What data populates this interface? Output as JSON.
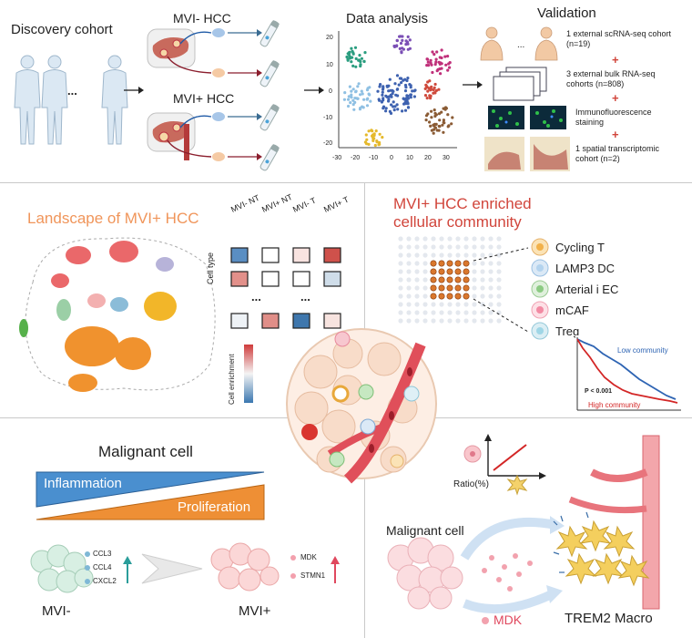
{
  "panel1": {
    "discovery_title": "Discovery cohort",
    "ellipsis": "...",
    "mvi_neg_title": "MVI- HCC",
    "mvi_pos_title": "MVI+ HCC",
    "analysis_title": "Data analysis",
    "tsne": {
      "y_ticks": [
        "20",
        "10",
        "0",
        "-10",
        "-20"
      ],
      "x_ticks": [
        "-30",
        "-20",
        "-10",
        "0",
        "10",
        "20",
        "30"
      ]
    },
    "validation": {
      "title": "Validation",
      "items": [
        "1 external scRNA-seq cohort (n=19)",
        "3 external bulk RNA-seq cohorts (n=808)",
        "Immunofluorescence staining",
        "1 spatial transcriptomic cohort (n=2)"
      ],
      "plus": "+"
    }
  },
  "panel2": {
    "title": "Landscape of MVI+ HCC",
    "columns": [
      "MVI- NT",
      "MVI+ NT",
      "MVI- T",
      "MVI+ T"
    ],
    "row_axis": "Cell type",
    "dots": "...",
    "legend_label": "Cell enrichment"
  },
  "panel3": {
    "title_line1": "MVI+ HCC enriched",
    "title_line2": "cellular community",
    "cell_types": [
      "Cycling T",
      "LAMP3 DC",
      "Arterial i EC",
      "mCAF",
      "Treg"
    ],
    "km": {
      "low_label": "Low community",
      "high_label": "High community",
      "p_value": "P < 0.001"
    }
  },
  "panel4": {
    "title": "Malignant cell",
    "inflammation": "Inflammation",
    "proliferation": "Proliferation",
    "mvi_neg_genes": [
      "CCL3",
      "CCL4",
      "CXCL2"
    ],
    "mvi_pos_genes": [
      "MDK",
      "STMN1"
    ],
    "mvi_neg_label": "MVI-",
    "mvi_pos_label": "MVI+"
  },
  "panel5": {
    "ratio_label": "Ratio(%)",
    "malignant_label": "Malignant cell",
    "mdk_label": "MDK",
    "trem2_label": "TREM2 Macro"
  },
  "colors": {
    "orange_title": "#f0955a",
    "red_title": "#d1453b",
    "inflammation": "#3f86c6",
    "proliferation": "#ec8a2f",
    "low_curve": "#2e64b3",
    "high_curve": "#d32626"
  }
}
